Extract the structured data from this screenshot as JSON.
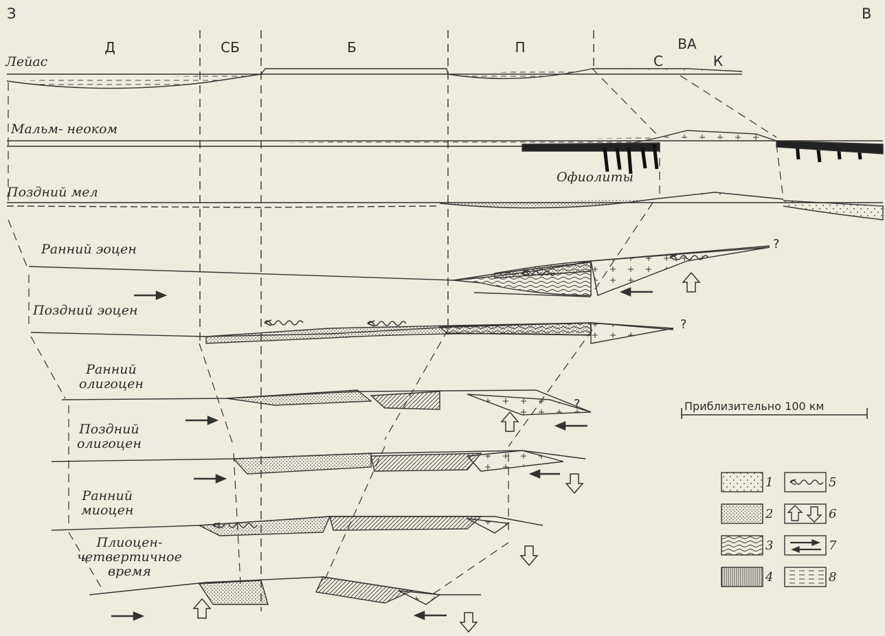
{
  "corners": {
    "left": "З",
    "right": "В"
  },
  "zones": {
    "d": "Д",
    "sb": "СБ",
    "b": "Б",
    "p": "П",
    "va": "ВА",
    "s": "С",
    "k": "К"
  },
  "stages": [
    "Лейас",
    "Мальм- неоком",
    "Поздний мел",
    "Ранний эоцен",
    "Поздний эоцен",
    [
      "Ранний",
      "олигоцен"
    ],
    [
      "Поздний",
      "олигоцен"
    ],
    [
      "Ранний",
      "миоцен"
    ],
    [
      "Плиоцен-",
      "четвертичное",
      "время"
    ]
  ],
  "annotations": {
    "ophiolites": "Офиолиты",
    "uncertain": "?"
  },
  "scale": {
    "label": "Приблизительно 100 км"
  },
  "legend": [
    {
      "num": "1",
      "pattern": "sparse-dots"
    },
    {
      "num": "2",
      "pattern": "dense-dots"
    },
    {
      "num": "3",
      "pattern": "wavy-lines"
    },
    {
      "num": "4",
      "pattern": "vertical-lines"
    },
    {
      "num": "5",
      "pattern": "wavy-arrow"
    },
    {
      "num": "6",
      "pattern": "uplift-subsidence-arrows"
    },
    {
      "num": "7",
      "pattern": "opposing-arrows"
    },
    {
      "num": "8",
      "pattern": "dashed-lines"
    }
  ],
  "colors": {
    "background": "#efebdf",
    "ink": "#2a2a2a"
  }
}
